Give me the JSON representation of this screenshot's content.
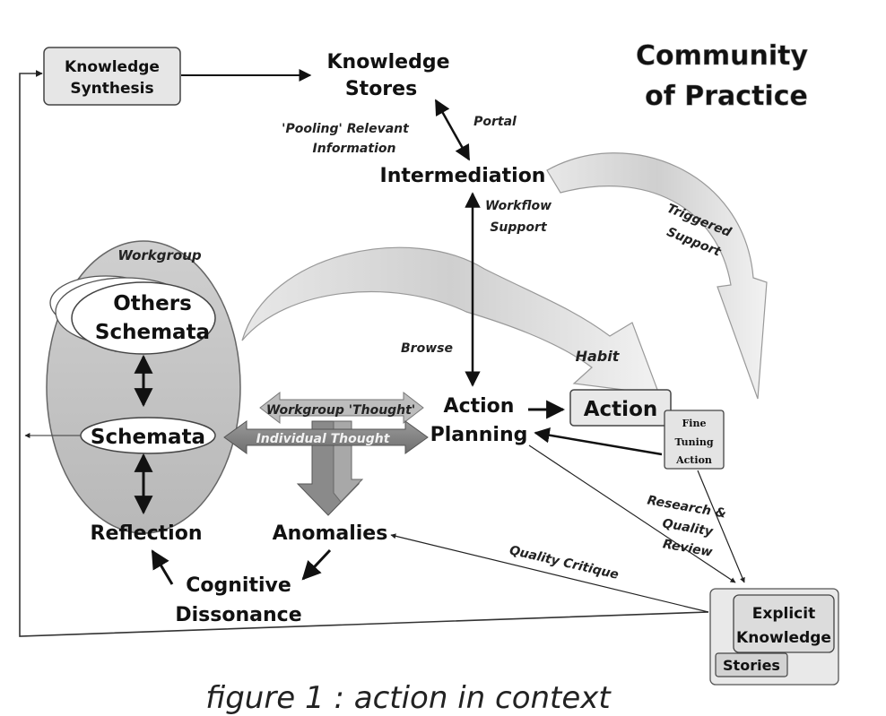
{
  "title": {
    "line1": "Community",
    "line2": "of Practice"
  },
  "nodes": {
    "knowledge_synthesis": {
      "line1": "Knowledge",
      "line2": "Synthesis"
    },
    "knowledge_stores": {
      "line1": "Knowledge",
      "line2": "Stores"
    },
    "intermediation": "Intermediation",
    "workgroup": "Workgroup",
    "others_schemata": {
      "line1": "Others",
      "line2": "Schemata"
    },
    "schemata": "Schemata",
    "action_planning": {
      "line1": "Action",
      "line2": "Planning"
    },
    "action": "Action",
    "fine_tuning": {
      "line1": "Fine",
      "line2": "Tuning",
      "line3": "Action"
    },
    "reflection": "Reflection",
    "anomalies": "Anomalies",
    "cognitive_dissonance": {
      "line1": "Cognitive",
      "line2": "Dissonance"
    },
    "explicit_knowledge": {
      "line1": "Explicit",
      "line2": "Knowledge"
    },
    "stories": "Stories"
  },
  "edge_labels": {
    "pooling": {
      "line1": "'Pooling' Relevant",
      "line2": "Information"
    },
    "portal": "Portal",
    "workflow": {
      "line1": "Workflow",
      "line2": "Support"
    },
    "triggered": {
      "line1": "Triggered",
      "line2": "Support"
    },
    "browse": "Browse",
    "habit": "Habit",
    "workgroup_thought": "Workgroup 'Thought'",
    "individual_thought": "Individual Thought",
    "research": {
      "line1": "Research &",
      "line2": "Quality",
      "line3": "Review"
    },
    "quality_critique": "Quality Critique"
  },
  "caption": "figure 1 : action in context"
}
